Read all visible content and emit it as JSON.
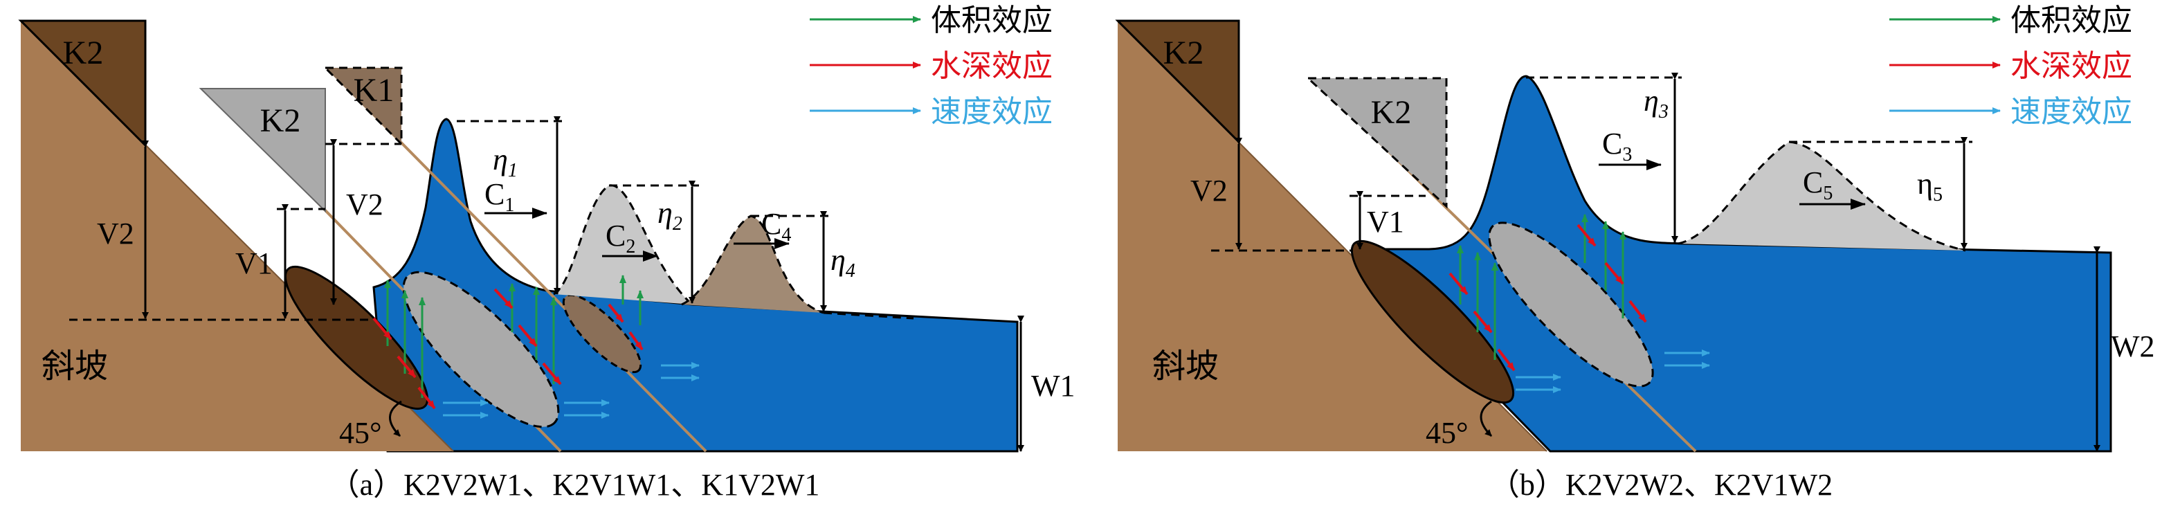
{
  "colors": {
    "slope": "#a87b52",
    "water": "#0f6cc0",
    "block_k2": "#6b4522",
    "block_grey": "#aaaaaa",
    "wave_grey": "#c8c8c8",
    "wave_brown": "#a18a74",
    "slide": "#5a3517",
    "volume_arrow": "#1e9a4a",
    "depth_arrow": "#e0101a",
    "speed_arrow": "#3aa8e0"
  },
  "legend": {
    "volume": "体积效应",
    "depth": "水深效应",
    "speed": "速度效应"
  },
  "panel_a": {
    "caption": "（a）K2V2W1、K2V1W1、K1V2W1",
    "slope_label": "斜坡",
    "angle_label": "45°",
    "block_main": "K2",
    "block_grey": "K2",
    "block_small": "K1",
    "v2": "V2",
    "v1": "V1",
    "v2_inner": "V2",
    "w1": "W1",
    "c1": "C",
    "c1_sub": "1",
    "c2": "C",
    "c2_sub": "2",
    "c4": "C",
    "c4_sub": "4",
    "eta1": "η",
    "eta1_sub": "1",
    "eta2": "η",
    "eta2_sub": "2",
    "eta4": "η",
    "eta4_sub": "4"
  },
  "panel_b": {
    "caption": "（b）K2V2W2、K2V1W2",
    "slope_label": "斜坡",
    "angle_label": "45°",
    "block_main": "K2",
    "block_grey": "K2",
    "v2": "V2",
    "v1": "V1",
    "w2": "W2",
    "c3": "C",
    "c3_sub": "3",
    "c5": "C",
    "c5_sub": "5",
    "eta3": "η",
    "eta3_sub": "3",
    "eta5": "η",
    "eta5_sub": "5"
  }
}
